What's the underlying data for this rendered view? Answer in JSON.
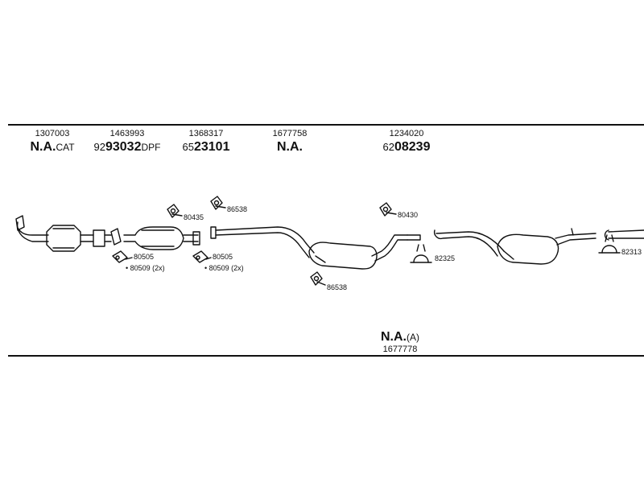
{
  "header": {
    "columns": [
      {
        "ref": "1307003",
        "main": "N.A.",
        "prefix": "",
        "suffix": "CAT"
      },
      {
        "ref": "1463993",
        "main": "93032",
        "prefix": "92",
        "suffix": "DPF"
      },
      {
        "ref": "1368317",
        "main": "23101",
        "prefix": "65",
        "suffix": ""
      },
      {
        "ref": "1677758",
        "main": "N.A.",
        "prefix": "",
        "suffix": ""
      },
      {
        "ref": "1234020",
        "main": "08239",
        "prefix": "62",
        "suffix": ""
      }
    ]
  },
  "parts": {
    "p80435": "80435",
    "p86538_top": "86538",
    "p80430": "80430",
    "p86538_bottom": "86538",
    "p82325": "82325",
    "p82313": "82313",
    "p80505_a": "80505",
    "p80509_a": "80509 (2x)",
    "p80505_b": "80505",
    "p80509_b": "80509 (2x)"
  },
  "footer": {
    "main": "N.A.",
    "suffix": "(A)",
    "ref": "1677778"
  }
}
